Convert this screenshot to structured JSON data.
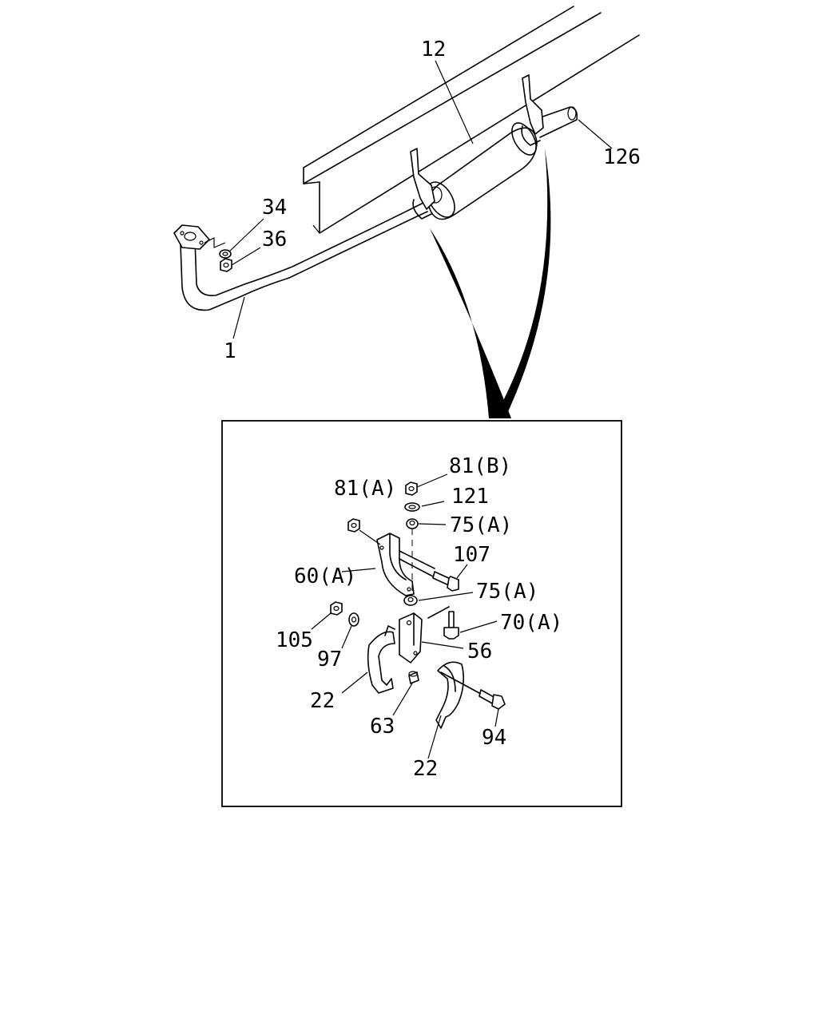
{
  "labels": {
    "l12": "12",
    "l126": "126",
    "l34": "34",
    "l36": "36",
    "l1": "1",
    "l81b": "81(B)",
    "l81a": "81(A)",
    "l121": "121",
    "l75a_top": "75(A)",
    "l107": "107",
    "l60a": "60(A)",
    "l75a_bot": "75(A)",
    "l70a": "70(A)",
    "l105": "105",
    "l56": "56",
    "l97": "97",
    "l22_left": "22",
    "l63": "63",
    "l94": "94",
    "l22_bottom": "22"
  }
}
